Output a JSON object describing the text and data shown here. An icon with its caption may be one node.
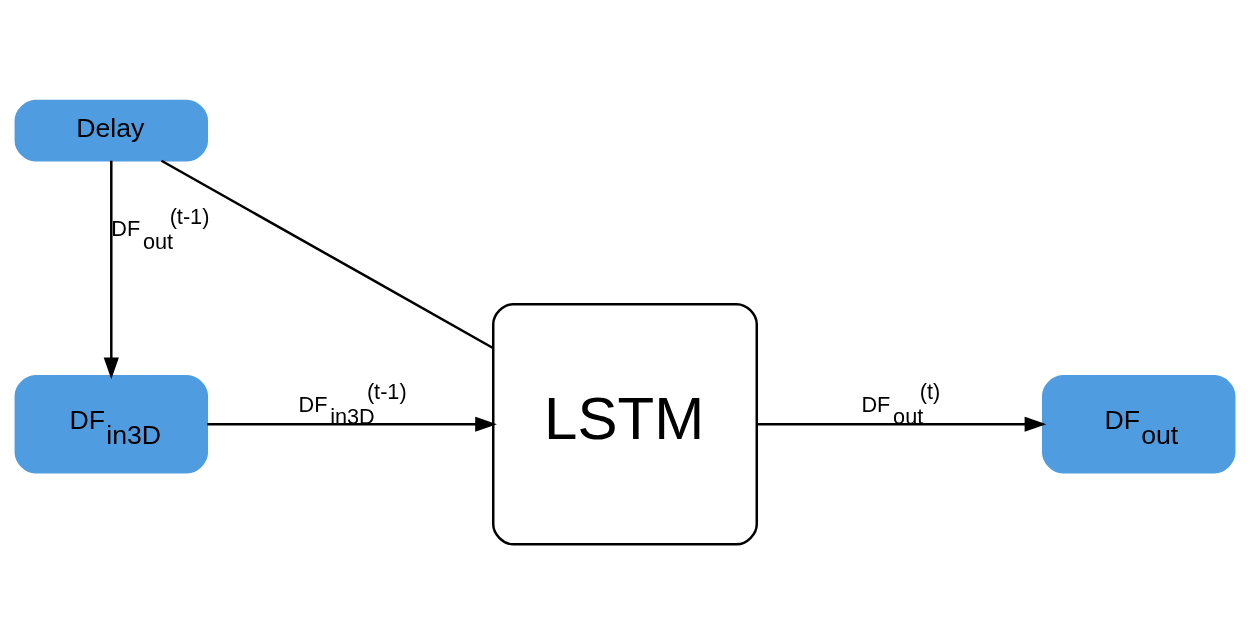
{
  "diagram": {
    "nodes": [
      {
        "text": [
          "Delay"
        ]
      },
      {
        "text": [
          "DF$_{in3D}$"
        ]
      },
      {
        "text": [
          "LSTM"
        ]
      },
      {
        "text": [
          "DF$_{out}$"
        ]
      }
    ],
    "edges": [
      {
        "from": 1,
        "to": 2,
        "arrow": "to",
        "label": "DF$_{in3D}$$^{(t-1)}$"
      },
      {
        "from": 2,
        "to": 3,
        "arrow": "to",
        "label": "DF$_{out}$$^{(t)}$"
      },
      {
        "from": 2,
        "to": 0,
        "arrow": "none"
      },
      {
        "from": 0,
        "to": 1,
        "arrow": "to",
        "label": "DF$_{out}$$^{(t-1)}$"
      }
    ]
  }
}
